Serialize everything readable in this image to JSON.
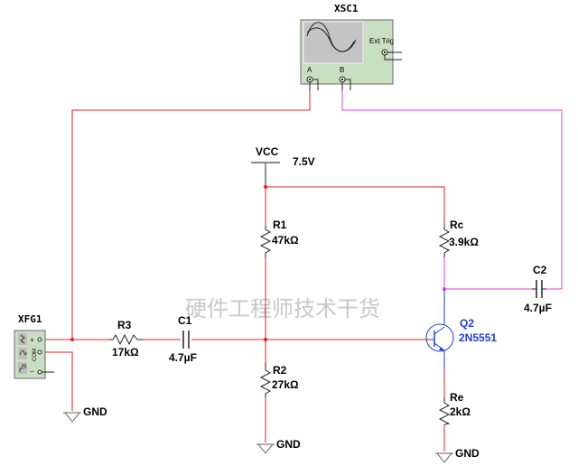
{
  "watermark": "硬件工程师技术干货",
  "colors": {
    "wire_red": "#e02020",
    "wire_magenta": "#e040e0",
    "transistor_blue": "#2040d0",
    "instrument_green": "#c9dfc1",
    "ground_gray": "#606060"
  },
  "oscilloscope": {
    "ref": "XSC1",
    "ext_trig_label": "Ext Trig",
    "channel_a_label": "A",
    "channel_b_label": "B"
  },
  "function_generator": {
    "ref": "XFG1",
    "com_label": "COM",
    "plus_label": "+",
    "minus_label": "−"
  },
  "vcc": {
    "label": "VCC",
    "value": "7.5V"
  },
  "components": {
    "r1": {
      "ref": "R1",
      "value": "47kΩ"
    },
    "r2": {
      "ref": "R2",
      "value": "27kΩ"
    },
    "r3": {
      "ref": "R3",
      "value": "17kΩ"
    },
    "rc": {
      "ref": "Rc",
      "value": "3.9kΩ"
    },
    "re": {
      "ref": "Re",
      "value": "2kΩ"
    },
    "c1": {
      "ref": "C1",
      "value": "4.7µF"
    },
    "c2": {
      "ref": "C2",
      "value": "4.7µF"
    },
    "q2": {
      "ref": "Q2",
      "value": "2N5551"
    }
  },
  "grounds": {
    "gen": "GND",
    "r2": "GND",
    "re": "GND"
  }
}
